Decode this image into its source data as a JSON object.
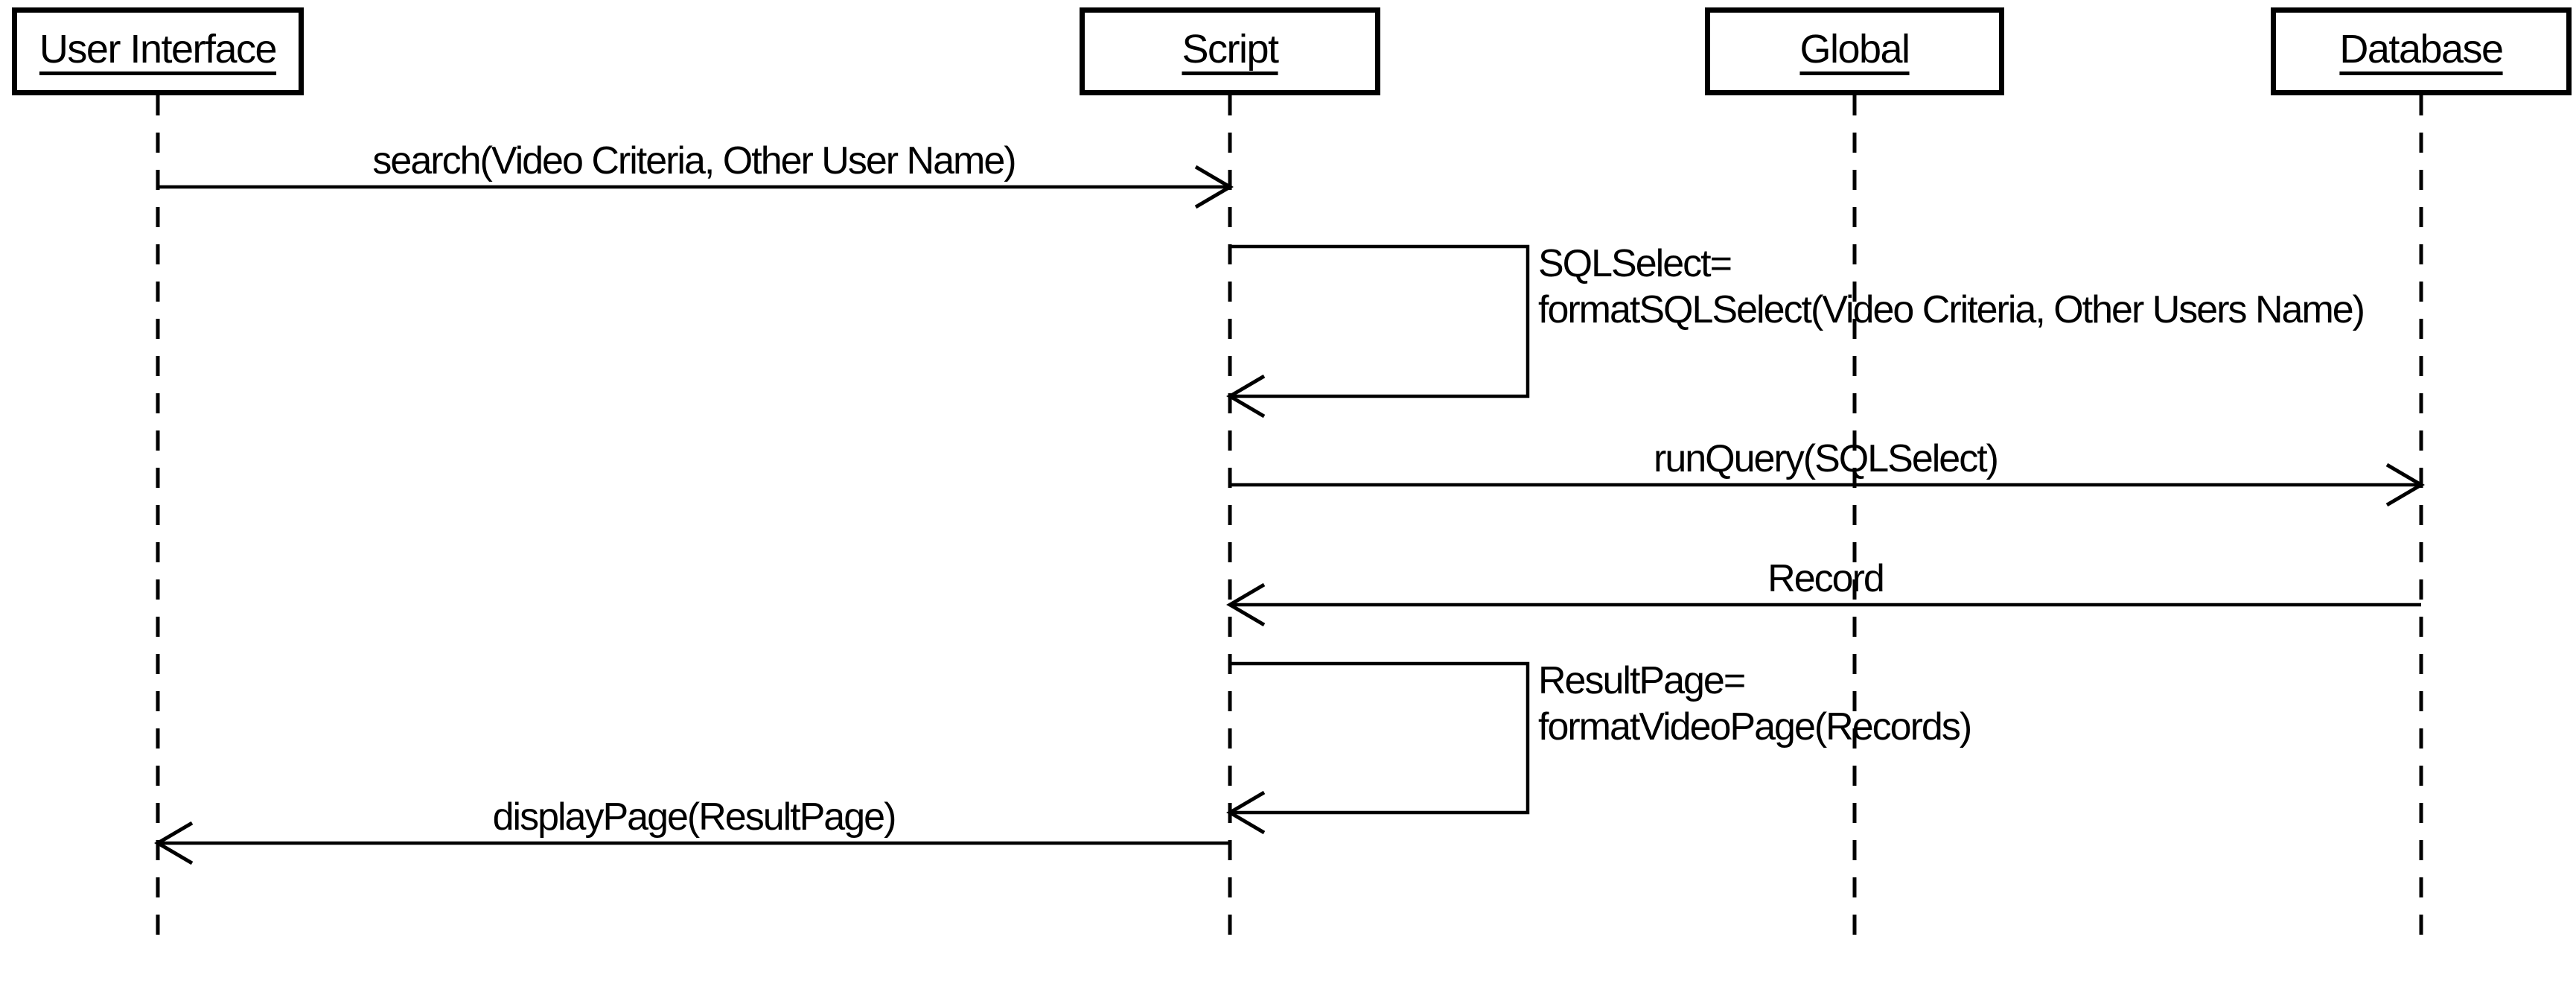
{
  "diagram": {
    "type": "uml-sequence-diagram",
    "colors": {
      "ink": "#000000",
      "background": "#ffffff"
    },
    "actors": [
      {
        "id": "user-interface",
        "label": "User Interface"
      },
      {
        "id": "script",
        "label": "Script"
      },
      {
        "id": "global",
        "label": "Global"
      },
      {
        "id": "database",
        "label": "Database"
      }
    ],
    "messages": [
      {
        "kind": "call",
        "from": "User Interface",
        "to": "Script",
        "label": "search(Video Criteria, Other User Name)"
      },
      {
        "kind": "self-call",
        "actor": "Script",
        "lines": [
          "SQLSelect=",
          "formatSQLSelect(Video Criteria, Other Users Name)"
        ]
      },
      {
        "kind": "call",
        "from": "Script",
        "to": "Database",
        "label": "runQuery(SQLSelect)"
      },
      {
        "kind": "return",
        "from": "Database",
        "to": "Script",
        "label": "Record"
      },
      {
        "kind": "self-call",
        "actor": "Script",
        "lines": [
          "ResultPage=",
          "formatVideoPage(Records)"
        ]
      },
      {
        "kind": "return",
        "from": "Script",
        "to": "User Interface",
        "label": "displayPage(ResultPage)"
      }
    ]
  }
}
